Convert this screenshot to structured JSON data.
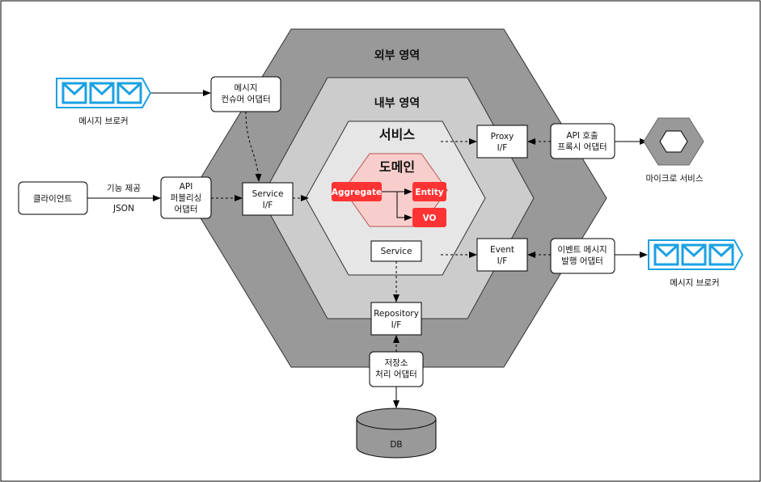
{
  "layers": {
    "outer": "외부 영역",
    "inner": "내부 영역",
    "service": "서비스",
    "domain": "도메인"
  },
  "domain_objects": {
    "aggregate": "Aggregate",
    "entity": "Entity",
    "vo": "VO",
    "service": "Service"
  },
  "nodes": {
    "client": "클라이언트",
    "api_publishing": [
      "API",
      "퍼블리싱",
      "어댑터"
    ],
    "service_if": [
      "Service",
      "I/F"
    ],
    "consumer_adapter": [
      "메시지",
      "컨슈머 어댑터"
    ],
    "proxy_if": [
      "Proxy",
      "I/F"
    ],
    "api_proxy_adapter": [
      "API 호출",
      "프록시 어댑터"
    ],
    "event_if": [
      "Event",
      "I/F"
    ],
    "event_adapter": [
      "이벤트 메시지",
      "발행 어댑터"
    ],
    "repository_if": [
      "Repository",
      "I/F"
    ],
    "storage_adapter": [
      "저장소",
      "처리 어댑터"
    ],
    "db": "DB"
  },
  "external": {
    "broker_top": "메시지 브로커",
    "broker_right": "메시지 브로커",
    "microservice": "마이크로 서비스"
  },
  "edge_labels": {
    "feature": "기능 제공",
    "json": "JSON"
  },
  "colors": {
    "outer_hex": "#999999",
    "inner_hex": "#cccccc",
    "service_hex": "#e6e6e6",
    "domain_hex": "#f8cecc",
    "domain_stroke": "#b85450",
    "domain_box": "#ff3333",
    "broker": "#1ba1e2",
    "microservice_hex": "#999999"
  },
  "icons": {
    "broker": "envelope-icon",
    "microservice": "hexagon-icon",
    "db": "cylinder-icon"
  }
}
